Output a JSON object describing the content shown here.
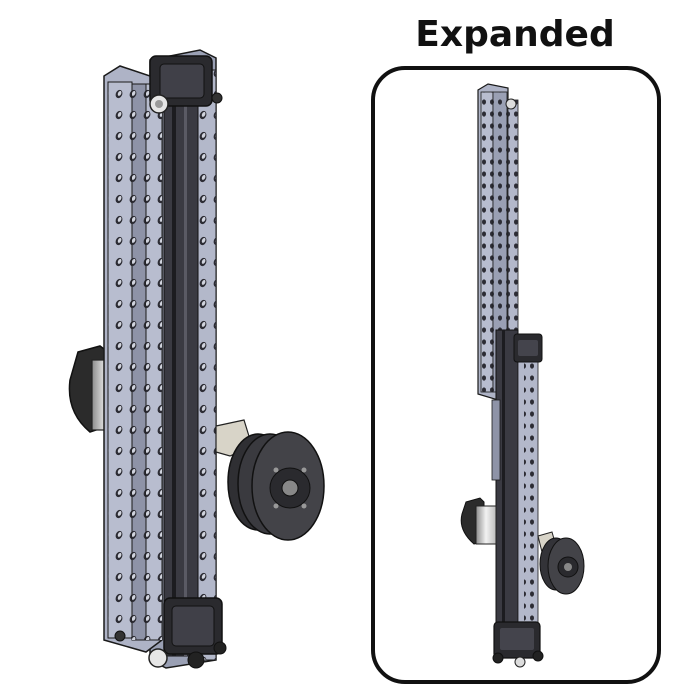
{
  "title": "Expanded",
  "figures": [
    {
      "name": "collapsed-slide",
      "state": "collapsed",
      "parts": [
        "stationary-rail",
        "moving-rail",
        "belt-channel",
        "top-pulley-block",
        "bottom-pulley-block",
        "gear-motor",
        "spool-hub"
      ]
    },
    {
      "name": "expanded-slide",
      "state": "expanded",
      "parts": [
        "extended-rail",
        "base-rail",
        "belt-channel",
        "top-pulley-block",
        "bottom-pulley-block",
        "gear-motor",
        "spool-hub"
      ]
    }
  ],
  "colors": {
    "rail": "#aeb3c6",
    "rail_dark": "#8a8fa3",
    "hole": "#2c2c34",
    "hardware": "#2a2a2e",
    "motor_can": "#d9d9d9",
    "outline": "#111111",
    "frame": "#111111"
  }
}
